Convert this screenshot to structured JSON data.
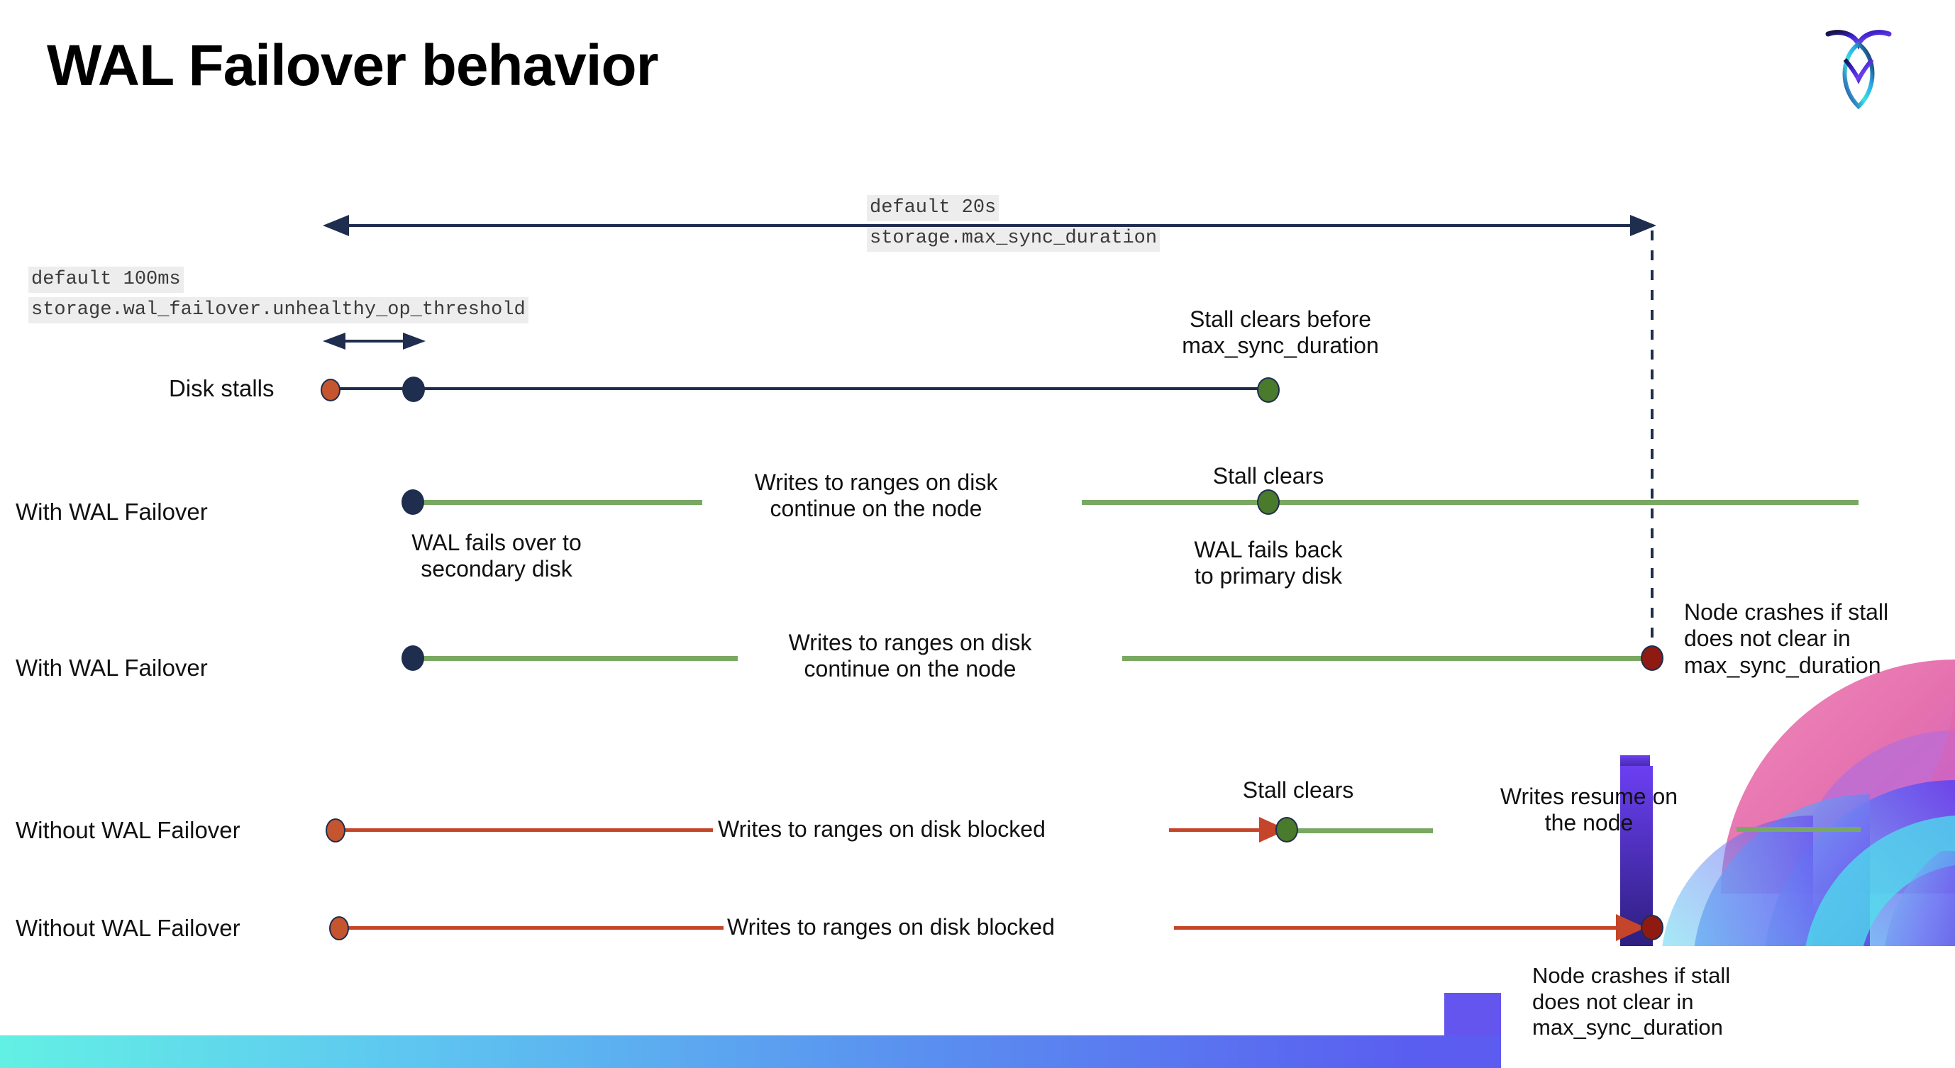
{
  "slide": {
    "title": "WAL Failover behavior",
    "logo_name": "cockroachdb-logo",
    "background": "#ffffff",
    "accent_navy": "#1f2d4e",
    "accent_green": "#79a862",
    "accent_orange": "#c4452a",
    "accent_darkred": "#8e1a12",
    "bottom_bar_gradient": "#63f0e4 -> #6b4ff2"
  },
  "settings": {
    "max_sync_duration": {
      "default_label": "default 20s",
      "name": "storage.max_sync_duration"
    },
    "unhealthy_op_threshold": {
      "default_label": "default 100ms",
      "name": "storage.wal_failover.unhealthy_op_threshold"
    }
  },
  "rows": [
    {
      "label": "Disk stalls",
      "annotations": [
        "Stall clears before",
        "max_sync_duration"
      ]
    },
    {
      "label": "With WAL Failover",
      "annotations": [
        "Writes to ranges on disk",
        "continue on the node",
        "Stall clears",
        "WAL fails over to",
        "secondary disk",
        "WAL fails  back",
        "to primary disk"
      ]
    },
    {
      "label": "With WAL Failover",
      "annotations": [
        "Writes to ranges on disk",
        "continue on the node",
        "Node crashes if stall",
        "does not clear in",
        "max_sync_duration"
      ]
    },
    {
      "label": "Without WAL Failover",
      "annotations": [
        "Writes to ranges on disk  blocked",
        "Stall clears",
        "Writes resume on",
        "the node"
      ]
    },
    {
      "label": "Without WAL Failover",
      "annotations": [
        "Writes to ranges on disk  blocked",
        "Node crashes if stall",
        "does not clear in",
        "max_sync_duration"
      ]
    }
  ],
  "annotations": {
    "stall_clears_before_l1": "Stall clears before",
    "stall_clears_before_l2": "max_sync_duration",
    "writes_continue_l1": "Writes to ranges on disk",
    "writes_continue_l2": "continue on the node",
    "stall_clears": "Stall clears",
    "stall_clears_2": "Stall clears",
    "wal_fails_over_l1": "WAL fails over to",
    "wal_fails_over_l2": "secondary disk",
    "wal_fails_back_l1": "WAL fails  back",
    "wal_fails_back_l2": "to primary disk",
    "writes_continue2_l1": "Writes to ranges on disk",
    "writes_continue2_l2": "continue on the node",
    "node_crashes_l1": "Node crashes if stall",
    "node_crashes_l2": "does not clear in",
    "node_crashes_l3": "max_sync_duration",
    "writes_blocked": "Writes to ranges on disk  blocked",
    "writes_blocked_2": "Writes to ranges on disk  blocked",
    "writes_resume_l1": "Writes resume on",
    "writes_resume_l2": "the node",
    "node_crashes2_l1": "Node crashes if stall",
    "node_crashes2_l2": "does not clear in",
    "node_crashes2_l3": "max_sync_duration"
  },
  "row_labels": {
    "disk_stalls": "Disk stalls",
    "with_wal_failover_1": "With WAL Failover",
    "with_wal_failover_2": "With WAL Failover",
    "without_wal_failover_1": "Without WAL Failover",
    "without_wal_failover_2": "Without WAL Failover"
  }
}
